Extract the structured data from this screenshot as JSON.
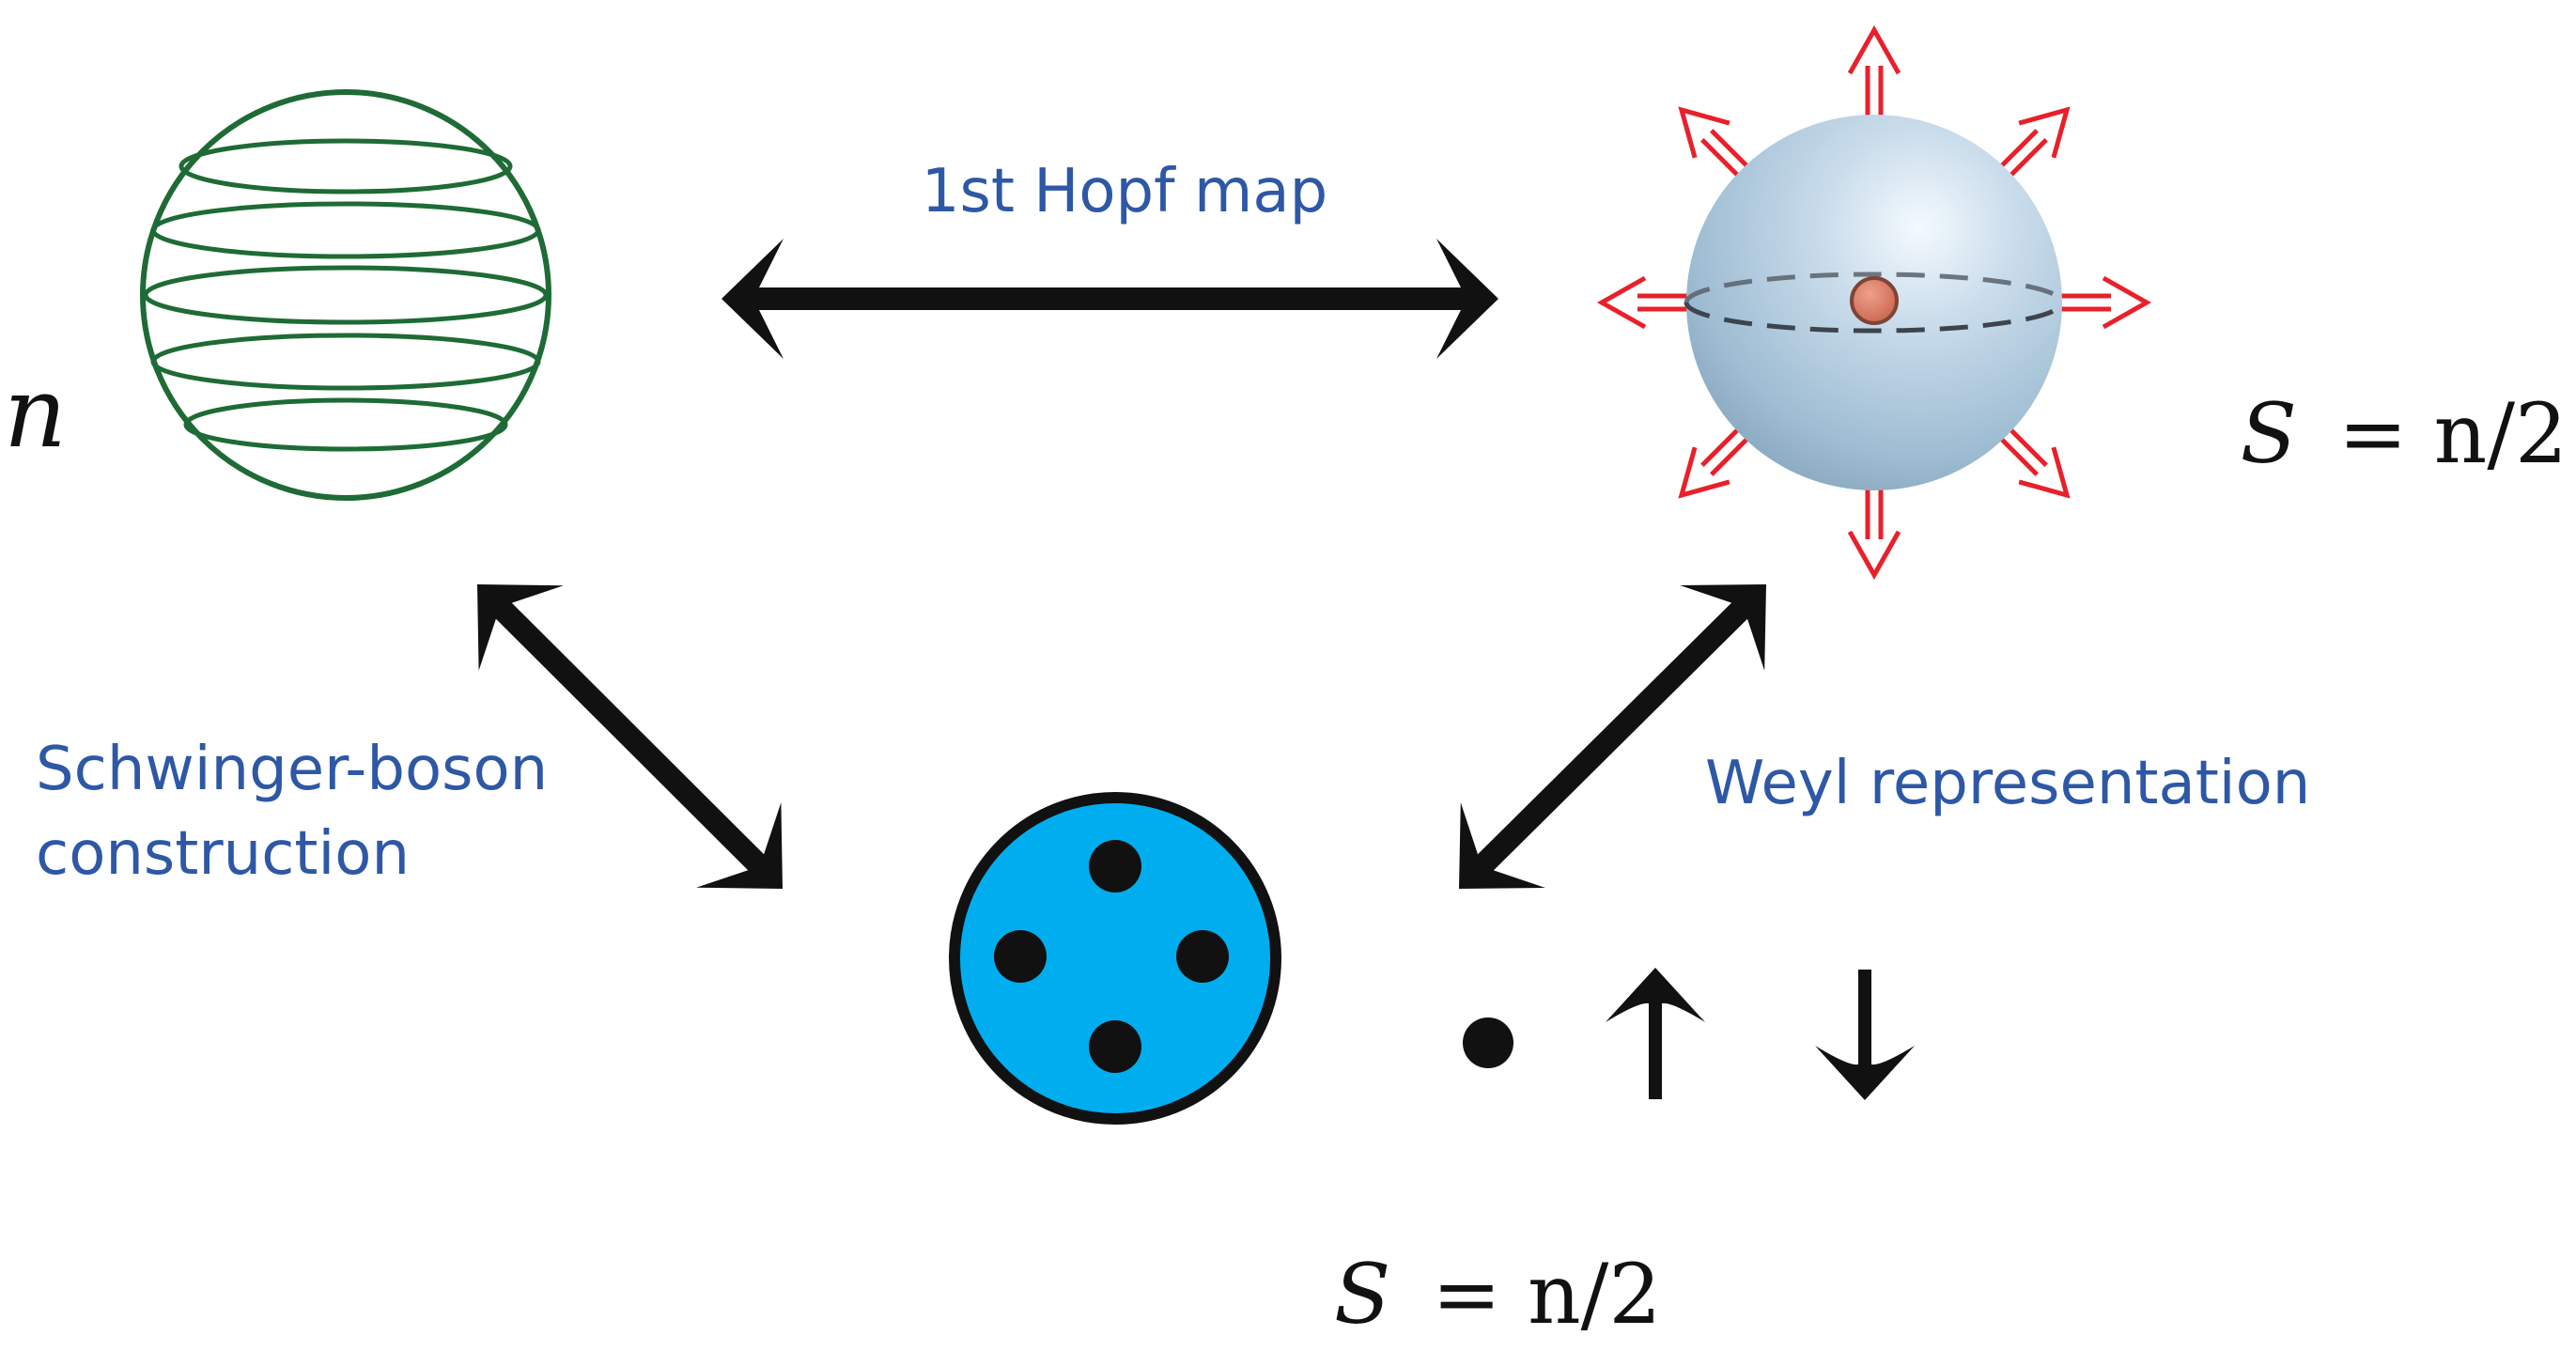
{
  "labels": {
    "top_arrow": "1st Hopf map",
    "left_arrow_line1": "Schwinger-boson",
    "left_arrow_line2": "construction",
    "right_arrow": "Weyl representation"
  },
  "math": {
    "left_symbol": "n",
    "right_S": "S",
    "right_rest": "= n/2",
    "bottom_S": "S",
    "bottom_rest": "= n/2"
  },
  "colors": {
    "label_blue": "#2e58a6",
    "hopf_sphere_green": "#1e6b35",
    "bloch_sphere_blue": "#a9c6db",
    "monopole_arrows_red": "#e8202a",
    "majorana_disk_cyan": "#00aeef",
    "arrow_black": "#111111"
  },
  "icons": {
    "hopf_sphere": "striped-sphere-icon",
    "bloch_sphere": "sphere-with-radial-arrows-icon",
    "majorana_disk": "disk-with-four-dots-icon",
    "legend_dot": "dot-icon",
    "legend_up": "up-arrow-icon",
    "legend_down": "down-arrow-icon"
  }
}
